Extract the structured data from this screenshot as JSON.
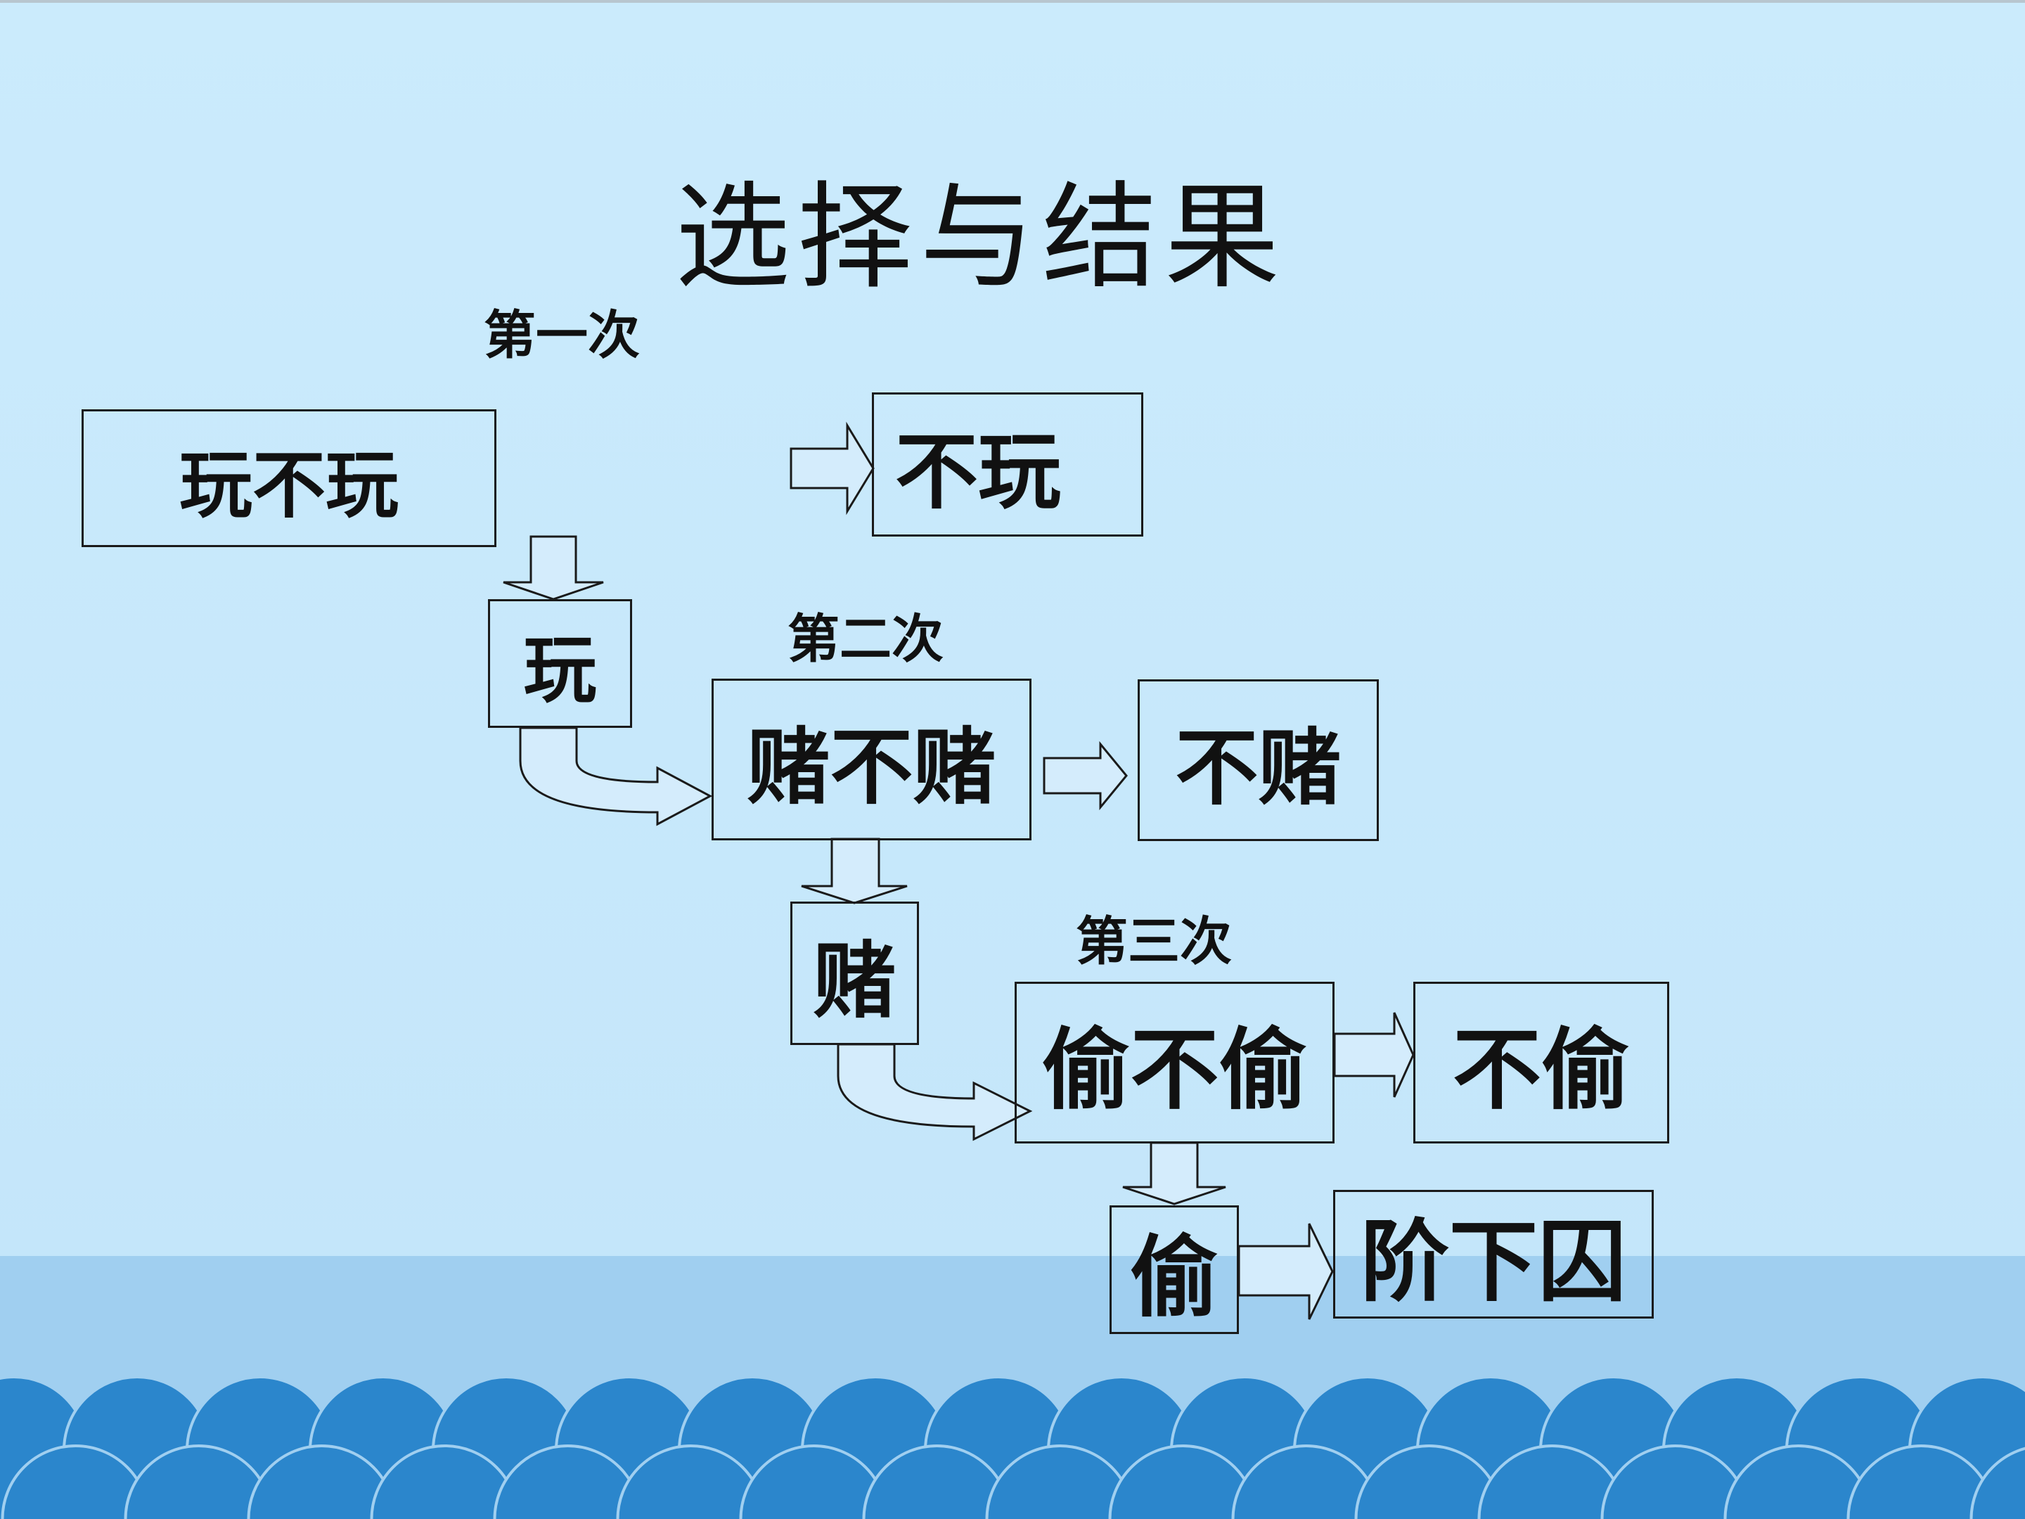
{
  "slide": {
    "title": "选择与结果",
    "steps": {
      "first": "第一次",
      "second": "第二次",
      "third": "第三次"
    },
    "boxes": {
      "play_or_not": "玩不玩",
      "not_play": "不玩",
      "play": "玩",
      "gamble_or_not": "赌不赌",
      "not_gamble": "不赌",
      "gamble": "赌",
      "steal_or_not": "偷不偷",
      "not_steal": "不偷",
      "steal": "偷",
      "prisoner": "阶下囚"
    }
  },
  "colors": {
    "background": "#c8e9fb",
    "bottom_band": "#a0cff0",
    "waves": "#2b86cc",
    "box_border": "#1a1a1a",
    "text": "#111111"
  }
}
